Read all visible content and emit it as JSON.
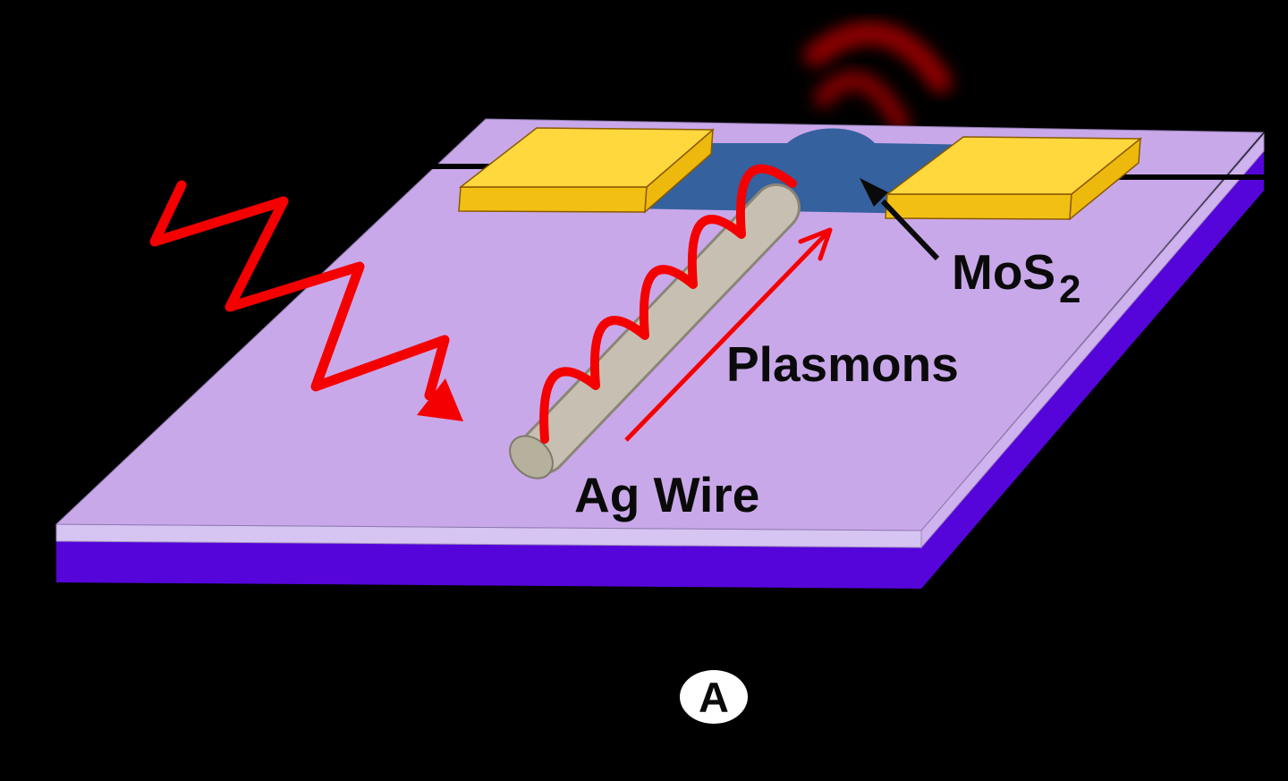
{
  "panel": {
    "label": "A"
  },
  "labels": {
    "plasmons": "Plasmons",
    "ag_wire": "Ag Wire",
    "mos2_full": "MoS2",
    "mos2_base": "MoS",
    "mos2_sub": "2"
  },
  "colors": {
    "background": "#000000",
    "substrate_top": "#c9a8ea",
    "substrate_front_layer": "#d6c4f2",
    "substrate_right_layer": "#cfb3ee",
    "substrate_side": "#5505da",
    "pad_top": "#ffd83e",
    "pad_front": "#f2c013",
    "pad_side": "#edb90d",
    "pad_outline": "#8a5a00",
    "mos2_flake": "#35619e",
    "wire_body": "#c7c0b2",
    "wire_outline": "#8a8577",
    "wire_cap": "#b6b19c",
    "signal_red": "#f40000",
    "emission_glow": "#8b0000",
    "lead_black": "#000000",
    "arrow_black": "#0a0a0a",
    "badge_bg": "#ffffff",
    "label_text": "#0a0a0a"
  }
}
